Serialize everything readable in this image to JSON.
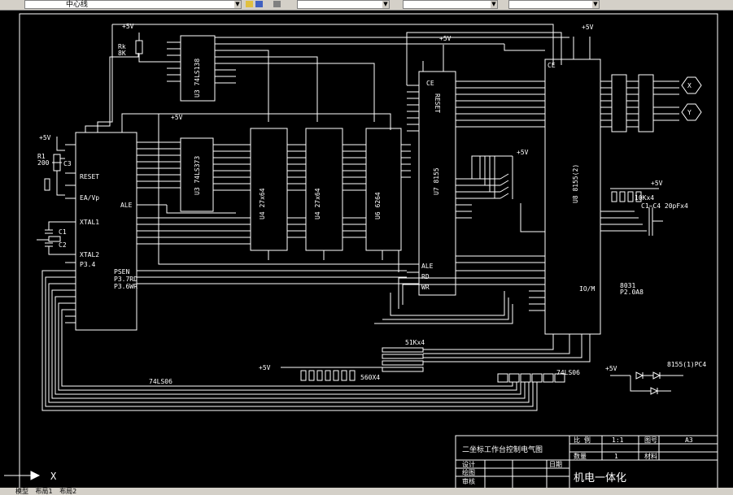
{
  "toolbar": {
    "layer_combo": "中心线",
    "combo2": "",
    "combo3": "",
    "combo4": ""
  },
  "tabs": [
    "模型",
    "布局1",
    "布局2"
  ],
  "title_block": {
    "drawing_title": "二坐标工作台控制电气图",
    "scale_label": "比 例",
    "scale_value": "1:1",
    "drawing_no_label": "图号",
    "drawing_no_value": "A3",
    "qty_label": "数量",
    "qty_value": "1",
    "material_label": "材料",
    "design_label": "设计",
    "date_label": "日期",
    "draw_label": "绘图",
    "check_label": "审核",
    "company": "机电一体化"
  },
  "ucs_x": "X",
  "labels": {
    "vcc_top": "+5V",
    "vcc_rk": "+5V",
    "rk": "Rk",
    "rk_val": "8K",
    "u3_138": "U3 74LS138",
    "u3_373": "U3 74LS373",
    "u4a": "U4 27x64",
    "u4b": "U4 27x64",
    "u6": "U6 6264",
    "u7": "U7 8155",
    "u8": "U8 8155(2)",
    "mcu_reset": "RESET",
    "mcu_xtal1": "XTAL1",
    "mcu_xtal2": "XTAL2",
    "mcu_ea": "EA/Vp",
    "r1": "R1",
    "r1v": "200",
    "c3": "C3",
    "c1": "C1",
    "c2": "C2",
    "res51k": "51Kx4",
    "res560": "560X4",
    "ls06a": "74LS06",
    "ls06b": "74LS06",
    "res10k": "10Kx4",
    "cap20p": "C1~C4 20pFx4",
    "note8031": "8031",
    "note_p20": "P2.0A8",
    "note_pc4": "8155(1)PC4",
    "vcc_a": "+5V",
    "vcc_b": "+5V",
    "vcc_c": "+5V",
    "vcc_d": "+5V",
    "vcc_e": "+5V",
    "vcc_f": "+5V",
    "vcc_g": "+5V",
    "vcc_h": "+5V",
    "motor_x": "X",
    "motor_y": "Y",
    "ale": "ALE",
    "rd": "RD",
    "wr": "WR",
    "psen": "PSEN",
    "p37": "P3.7RD",
    "p36": "P3.6WR",
    "p34": "P3.4",
    "io_m": "IO/M",
    "reset8155": "RESET",
    "ce": "CE"
  }
}
